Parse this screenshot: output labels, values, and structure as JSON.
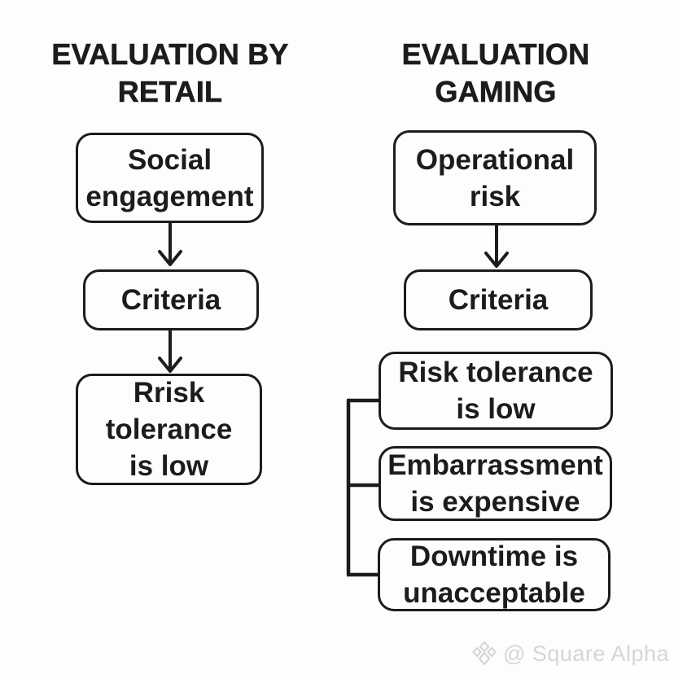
{
  "colors": {
    "ink": "#1c1c1c",
    "background": "#fdfdfd",
    "watermark_gray": "#d6d6d6"
  },
  "left_flow": {
    "title": "EVALUATION BY\nRETAIL",
    "nodes": [
      {
        "label": "Social\nengagement"
      },
      {
        "label": "Criteria"
      },
      {
        "label": "Rrisk\ntolerance\nis low"
      }
    ]
  },
  "right_flow": {
    "title": "EVALUATION\nGAMING",
    "nodes": [
      {
        "label": "Operational\nrisk"
      },
      {
        "label": "Criteria"
      }
    ],
    "criteria_items": [
      {
        "label": "Risk tolerance\nis low"
      },
      {
        "label": "Embarrassment\nis expensive"
      },
      {
        "label": "Downtime is\nunacceptable"
      }
    ]
  },
  "watermark": {
    "handle": "@ Square Alpha",
    "icon": "diamond-gem-icon"
  }
}
